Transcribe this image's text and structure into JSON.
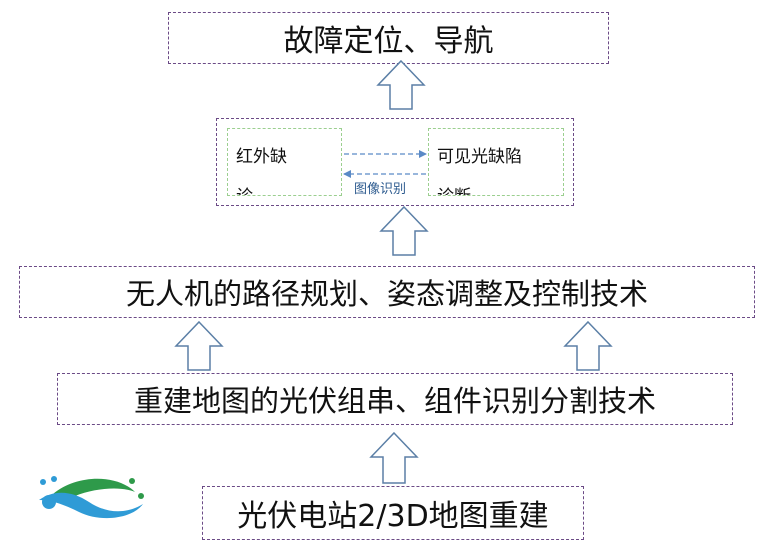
{
  "nodes": {
    "top": "故障定位、导航",
    "infrared_line1": "红外缺",
    "infrared_line2": "诊",
    "visible_line1": "可见光缺陷",
    "visible_line2": "诊断",
    "link_label": "图像识别",
    "uav": "无人机的路径规划、姿态调整及控制技术",
    "recognition": "重建地图的光伏组串、组件识别分割技术",
    "bottom": "光伏电站2/3D地图重建"
  },
  "colors": {
    "box_border": "#6b4a86",
    "inner_border": "#9bcf8f",
    "link": "#5a8ac6",
    "arrow": "#5b7fa6",
    "logo_blue": "#2f9bd6",
    "logo_green": "#2e9a4a"
  }
}
